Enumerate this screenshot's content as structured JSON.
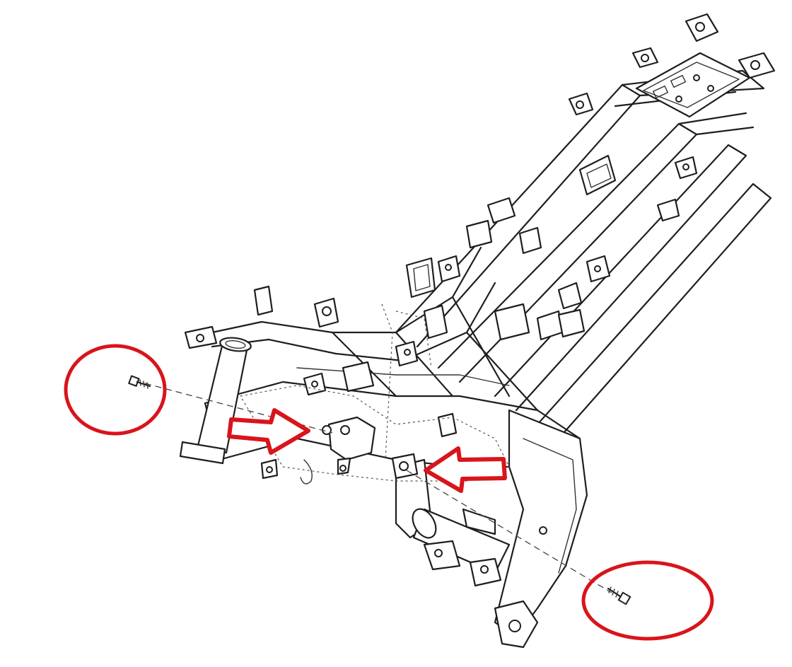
{
  "diagram": {
    "colors": {
      "background": "#ffffff",
      "line": "#1e1e1e",
      "highlight": "#d9141b"
    },
    "callouts": [
      {
        "kind": "circle",
        "target": "front-mounting-bolt",
        "icon": "bolt-icon"
      },
      {
        "kind": "circle",
        "target": "rear-mounting-bolt",
        "icon": "bolt-icon"
      },
      {
        "kind": "arrow",
        "direction": "right",
        "target": "left-engine-mount-point"
      },
      {
        "kind": "arrow",
        "direction": "left",
        "target": "right-engine-mount-point"
      }
    ]
  }
}
